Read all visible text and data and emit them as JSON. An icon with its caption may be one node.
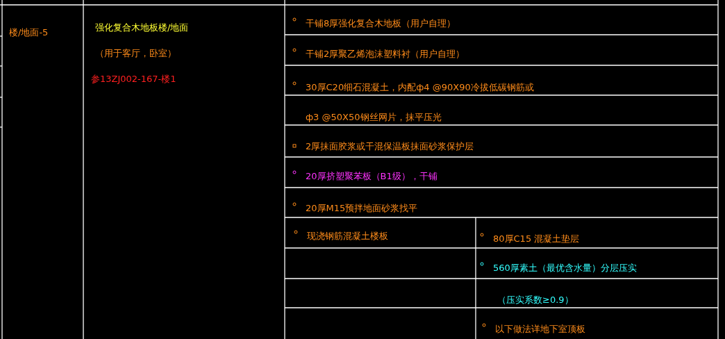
{
  "diagram": {
    "labels": [
      "楼/地面-5",
      "强化复合木地板楼/地面",
      "（用于客厅，卧室）",
      "参13ZJ002-167-楼1",
      "干铺8厚强化复合木地板（用户自理）",
      "干铺2厚聚乙烯泡沫塑料衬（用户自理）",
      "30厚C20细石混凝土，内配ф4 @90X90冷拔低碳钢筋或",
      "ф3 @50X50钢丝网片，抹平压光",
      "2厚抹面胶浆或干混保温板抹面砂浆保护层",
      "20厚挤塑聚苯板（B1级），干铺",
      "20厚M15预拌地面砂浆找平",
      "现浇钢筋混凝土楼板",
      "80厚C15 混凝土垫层",
      "560厚素土（最优含水量）分层压实",
      "（压实系数≥0.9）",
      "以下做法详地下室顶板"
    ]
  }
}
